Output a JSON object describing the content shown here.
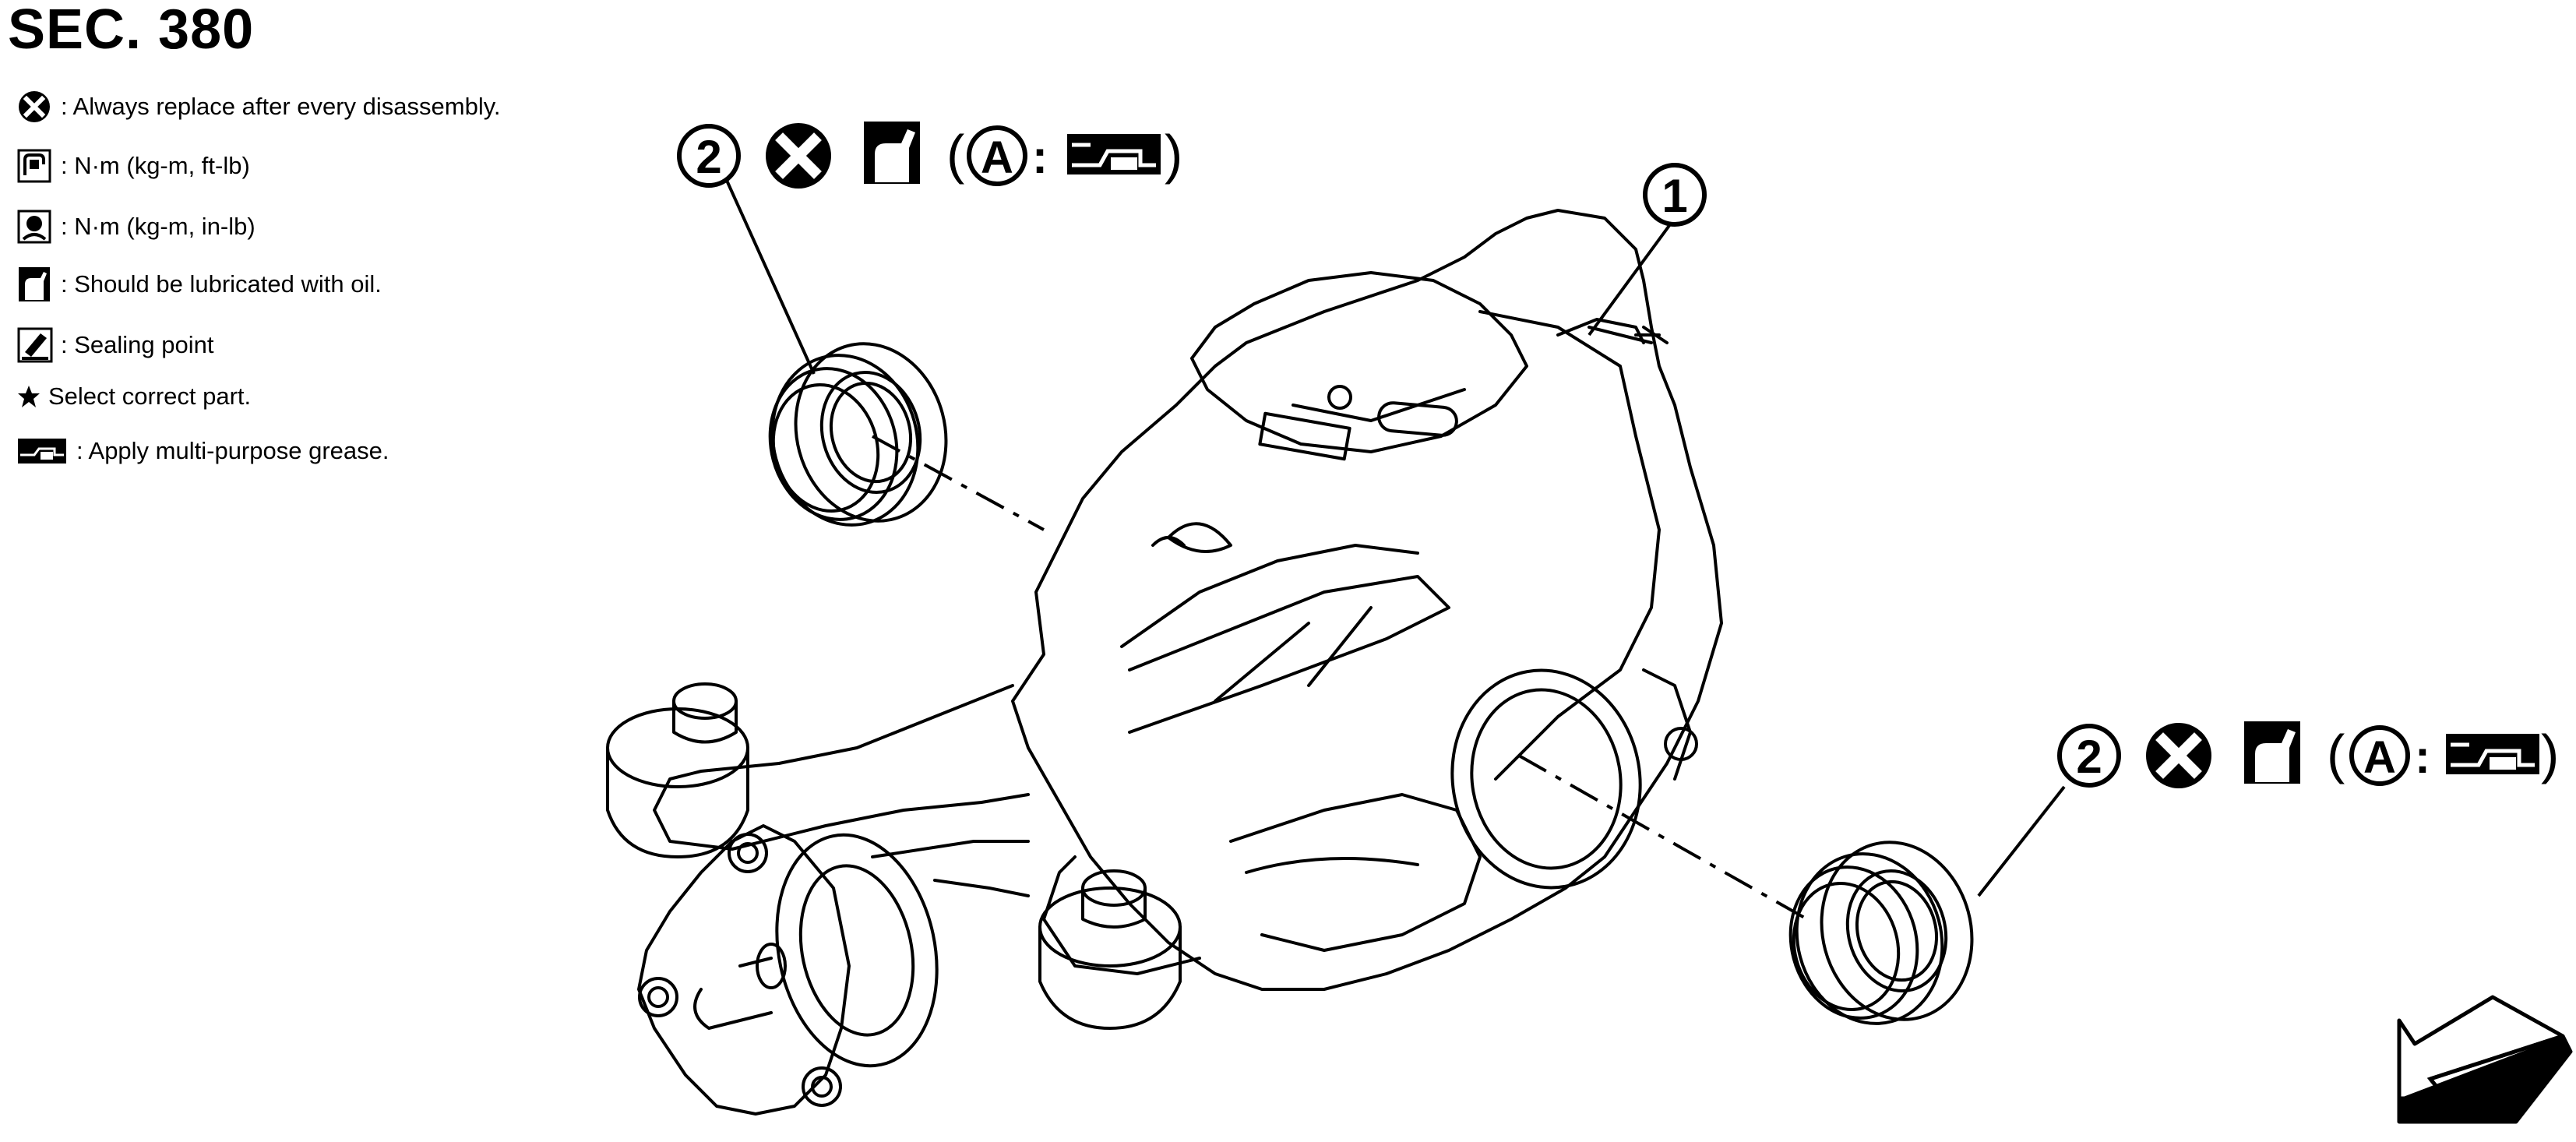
{
  "header": {
    "title": "SEC. 380"
  },
  "legend": [
    {
      "icon": "always-replace-icon",
      "text": ": Always replace after every disassembly."
    },
    {
      "icon": "torque-ft-lb-icon",
      "text": ": N·m (kg-m, ft-lb)"
    },
    {
      "icon": "torque-in-lb-icon",
      "text": ": N·m (kg-m, in-lb)"
    },
    {
      "icon": "oil-can-icon",
      "text": ": Should be lubricated with oil."
    },
    {
      "icon": "sealing-point-icon",
      "text": ": Sealing point"
    },
    {
      "icon": "star-icon",
      "text": "Select correct part."
    },
    {
      "icon": "grease-gun-icon",
      "text": ": Apply multi-purpose grease."
    }
  ],
  "callouts": {
    "part1": {
      "number": "1"
    },
    "seal_left": {
      "number": "2",
      "paren_open": "(",
      "letter": "A",
      "colon": ":",
      "paren_close": ")"
    },
    "seal_right": {
      "number": "2",
      "paren_open": "(",
      "letter": "A",
      "colon": ":",
      "paren_close": ")"
    }
  },
  "colors": {
    "ink": "#000000",
    "paper": "#ffffff"
  }
}
